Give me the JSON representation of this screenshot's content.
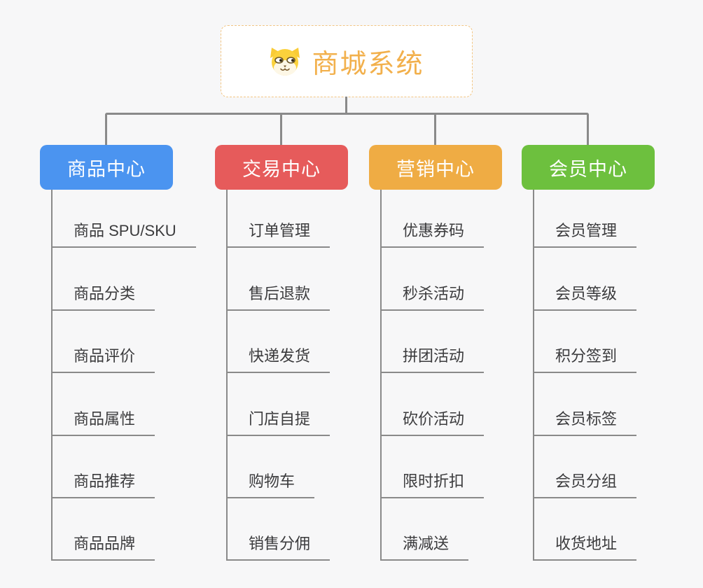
{
  "root": {
    "title": "商城系统",
    "icon": "dog-face-icon"
  },
  "branches": [
    {
      "label": "商品中心",
      "color": "#4b94f0",
      "children": [
        "商品 SPU/SKU",
        "商品分类",
        "商品评价",
        "商品属性",
        "商品推荐",
        "商品品牌"
      ]
    },
    {
      "label": "交易中心",
      "color": "#e65b5b",
      "children": [
        "订单管理",
        "售后退款",
        "快递发货",
        "门店自提",
        "购物车",
        "销售分佣"
      ]
    },
    {
      "label": "营销中心",
      "color": "#efac44",
      "children": [
        "优惠券码",
        "秒杀活动",
        "拼团活动",
        "砍价活动",
        "限时折扣",
        "满减送"
      ]
    },
    {
      "label": "会员中心",
      "color": "#6dc03e",
      "children": [
        "会员管理",
        "会员等级",
        "积分签到",
        "会员标签",
        "会员分组",
        "收货地址"
      ]
    }
  ],
  "colors": {
    "canvas_background": "#f7f7f8",
    "root_text": "#f2b04c",
    "root_border": "#f2c583",
    "connector_line": "#8a8a8a",
    "item_text": "#3b3b3d",
    "branch_text": "#ffffff"
  }
}
